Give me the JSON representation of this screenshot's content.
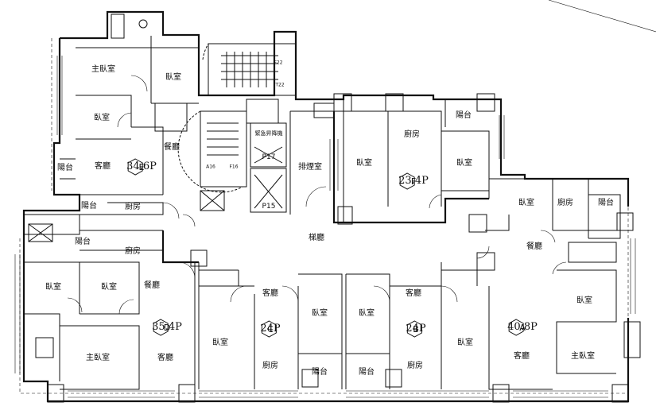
{
  "units": [
    {
      "id": "E",
      "letter": "E",
      "size": "34.6P"
    },
    {
      "id": "F",
      "letter": "F",
      "size": "23.4P"
    },
    {
      "id": "D",
      "letter": "D",
      "size": "35.4P"
    },
    {
      "id": "C",
      "letter": "C",
      "size": "24P"
    },
    {
      "id": "B",
      "letter": "B",
      "size": "24P"
    },
    {
      "id": "A",
      "letter": "A",
      "size": "40.8P"
    }
  ],
  "rooms": {
    "master_bedroom": "主臥室",
    "bedroom": "臥室",
    "living": "客廳",
    "dining": "餐廳",
    "kitchen": "廚房",
    "balcony": "陽台",
    "smoke_room": "排煙室",
    "corridor": "梯廳"
  },
  "cores": {
    "elevator_p17": "P17",
    "elevator_p15": "P15",
    "elevator_sign": "緊急昇降機",
    "stair_a16": "A16",
    "stair_f16": "F16",
    "stair_f22": "F22",
    "stair_t22": "T22"
  }
}
